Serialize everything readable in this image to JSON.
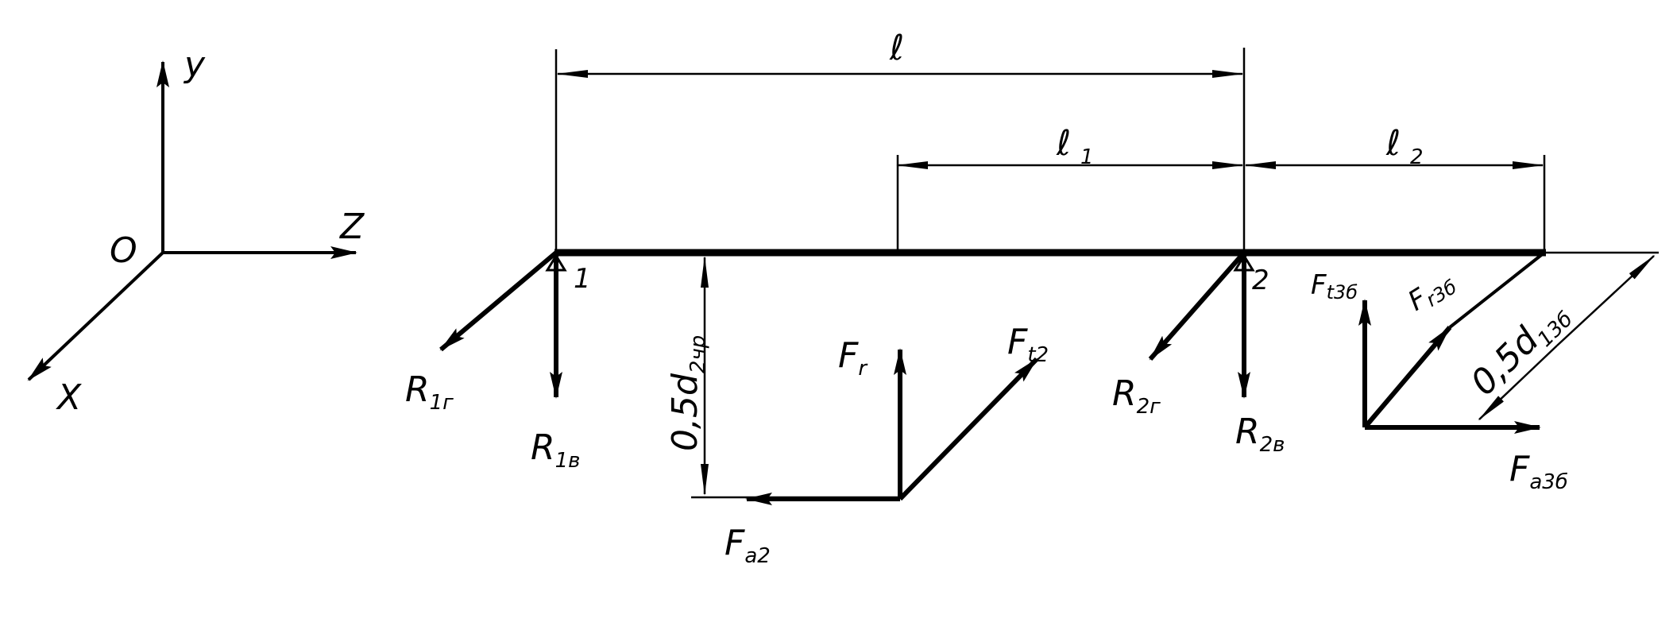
{
  "axes": {
    "origin": "O",
    "y": "y",
    "z": "Z",
    "x": "X"
  },
  "dimensions": {
    "l": "ℓ",
    "l1": "ℓ",
    "l1_sub": "1",
    "l2": "ℓ",
    "l2_sub": "2"
  },
  "supports": {
    "s1": "1",
    "s2": "2"
  },
  "forces": {
    "R1g": {
      "main": "R",
      "sub": "1г"
    },
    "R1v": {
      "main": "R",
      "sub": "1в"
    },
    "Fr": {
      "main": "F",
      "sub": "r"
    },
    "Ft2": {
      "main": "F",
      "sub": "t2"
    },
    "Fa2": {
      "main": "F",
      "sub": "a2"
    },
    "R2g": {
      "main": "R",
      "sub": "2г"
    },
    "R2v": {
      "main": "R",
      "sub": "2в"
    },
    "Ft3b": {
      "main": "F",
      "sub": "t3б"
    },
    "Fr3b": {
      "main": "F",
      "sub": "r3б"
    },
    "Fa3b": {
      "main": "F",
      "sub": "a3б"
    }
  },
  "diameters": {
    "d2": {
      "main": "0,5d",
      "sub": "2чр"
    },
    "d13": {
      "main": "0,5d",
      "sub": "13б"
    }
  },
  "style": {
    "ink": "#000000",
    "paper": "#ffffff"
  }
}
